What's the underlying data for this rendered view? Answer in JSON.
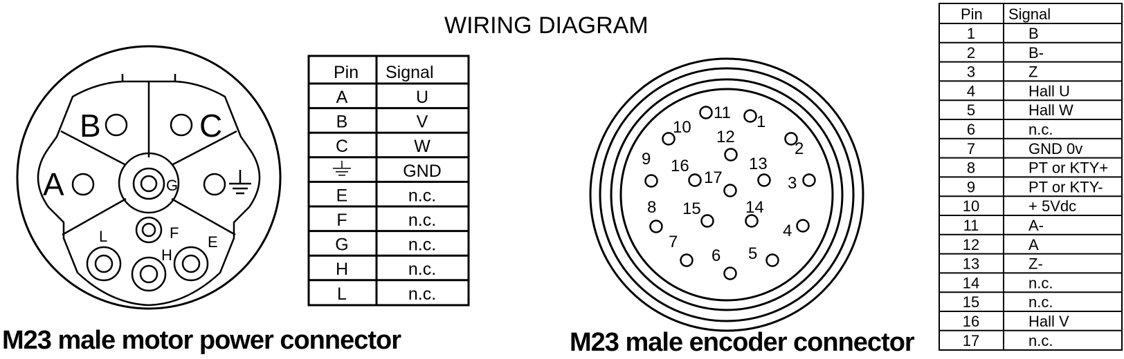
{
  "title": "WIRING DIAGRAM",
  "power_connector": {
    "caption": "M23 male  motor power  connector",
    "large_pins": [
      {
        "letter": "B"
      },
      {
        "letter": "C"
      },
      {
        "letter": "A"
      },
      {
        "letter": "G"
      }
    ],
    "small_pins": [
      {
        "letter": "F"
      },
      {
        "letter": "L"
      },
      {
        "letter": "H"
      },
      {
        "letter": "E"
      }
    ],
    "table": {
      "headers": [
        "Pin",
        "Signal"
      ],
      "rows": [
        {
          "pin": "A",
          "signal": "U"
        },
        {
          "pin": "B",
          "signal": "V"
        },
        {
          "pin": "C",
          "signal": "W"
        },
        {
          "pin": "ground-symbol",
          "signal": "GND"
        },
        {
          "pin": "E",
          "signal": "n.c."
        },
        {
          "pin": "F",
          "signal": "n.c."
        },
        {
          "pin": "G",
          "signal": "n.c."
        },
        {
          "pin": "H",
          "signal": "n.c."
        },
        {
          "pin": "L",
          "signal": "n.c."
        }
      ]
    }
  },
  "encoder_connector": {
    "caption": "M23 male encoder connector",
    "pins": [
      "1",
      "2",
      "3",
      "4",
      "5",
      "6",
      "7",
      "8",
      "9",
      "10",
      "11",
      "12",
      "13",
      "14",
      "15",
      "16",
      "17"
    ],
    "table": {
      "headers": [
        "Pin",
        "Signal"
      ],
      "rows": [
        {
          "pin": "1",
          "signal": "B"
        },
        {
          "pin": "2",
          "signal": "B-"
        },
        {
          "pin": "3",
          "signal": "Z"
        },
        {
          "pin": "4",
          "signal": "Hall U"
        },
        {
          "pin": "5",
          "signal": "Hall W"
        },
        {
          "pin": "6",
          "signal": "n.c."
        },
        {
          "pin": "7",
          "signal": "GND  0v"
        },
        {
          "pin": "8",
          "signal": "PT or KTY+"
        },
        {
          "pin": "9",
          "signal": "PT or KTY-"
        },
        {
          "pin": "10",
          "signal": "+ 5Vdc"
        },
        {
          "pin": "11",
          "signal": "A-"
        },
        {
          "pin": "12",
          "signal": "A"
        },
        {
          "pin": "13",
          "signal": "Z-"
        },
        {
          "pin": "14",
          "signal": "n.c."
        },
        {
          "pin": "15",
          "signal": "n.c."
        },
        {
          "pin": "16",
          "signal": "Hall V"
        },
        {
          "pin": "17",
          "signal": "n.c."
        }
      ]
    }
  }
}
